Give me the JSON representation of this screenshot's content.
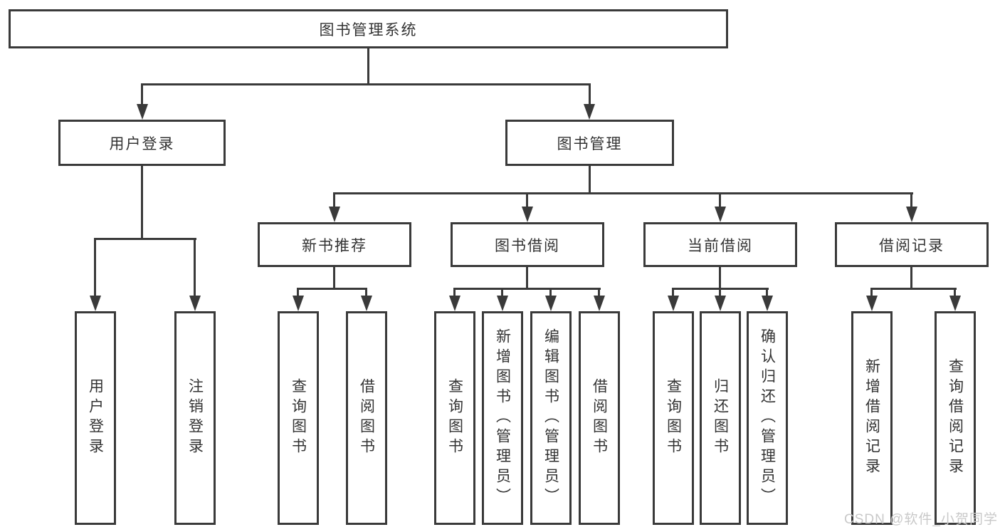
{
  "diagram": {
    "root": {
      "label": "图书管理系统"
    },
    "level2": [
      {
        "label": "用户登录"
      },
      {
        "label": "图书管理"
      }
    ],
    "level3": [
      {
        "label": "新书推荐"
      },
      {
        "label": "图书借阅"
      },
      {
        "label": "当前借阅"
      },
      {
        "label": "借阅记录"
      }
    ],
    "leaves": {
      "login": [
        "用户登录",
        "注销登录"
      ],
      "recommend": [
        "查询图书",
        "借阅图书"
      ],
      "borrow": [
        "查询图书",
        "新增图书（管理员）",
        "编辑图书（管理员）",
        "借阅图书"
      ],
      "current": [
        "查询图书",
        "归还图书",
        "确认归还（管理员）"
      ],
      "records": [
        "新增借阅记录",
        "查询借阅记录"
      ]
    }
  },
  "watermark": {
    "text": "CSDN @软件_小贺同学"
  },
  "colors": {
    "line": "#3a3a3a",
    "text": "#333333",
    "background": "#ffffff",
    "watermark": "#c9c9c9"
  }
}
